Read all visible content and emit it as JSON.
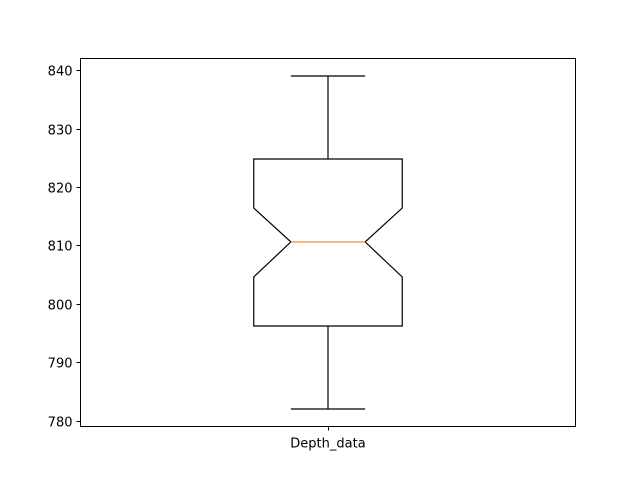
{
  "chart_data": {
    "type": "boxplot",
    "notched": true,
    "title": "",
    "xlabel": "",
    "ylabel": "",
    "categories": [
      "Depth_data"
    ],
    "boxes": [
      {
        "label": "Depth_data",
        "whisker_low": 782,
        "q1": 796.2,
        "median": 810.6,
        "q3": 824.8,
        "whisker_high": 839,
        "notch_low": 804.6,
        "notch_high": 816.4
      }
    ],
    "ylim": [
      779,
      842
    ],
    "yticks": [
      780,
      790,
      800,
      810,
      820,
      830,
      840
    ],
    "grid": false,
    "colors": {
      "box": "#000000",
      "median": "#ff7f0e"
    }
  }
}
